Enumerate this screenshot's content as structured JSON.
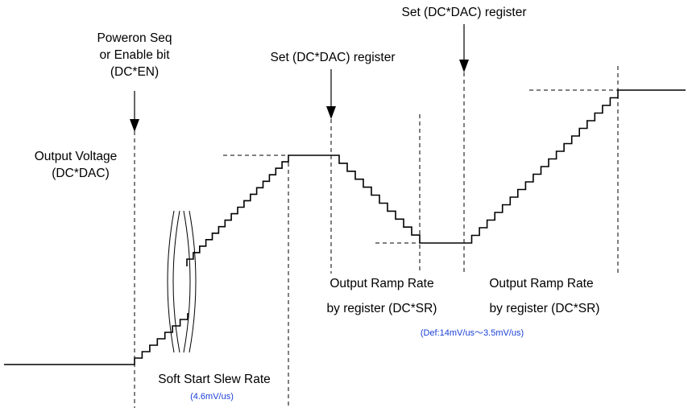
{
  "labels": {
    "poweron_line1": "Poweron Seq",
    "poweron_line2": "or Enable bit",
    "poweron_line3": "(DC*EN)",
    "output_voltage_line1": "Output Voltage",
    "output_voltage_line2": "(DC*DAC)",
    "set_dac_1": "Set (DC*DAC) register",
    "set_dac_2": "Set (DC*DAC) register",
    "ramp1_line1": "Output Ramp Rate",
    "ramp1_line2": "by register (DC*SR)",
    "ramp2_line1": "Output Ramp Rate",
    "ramp2_line2": "by register (DC*SR)",
    "ramp_default": "(Def:14mV/us～3.5mV/us)",
    "soft_start": "Soft Start Slew Rate",
    "soft_start_rate": "(4.6mV/us)"
  },
  "colors": {
    "line": "#000000",
    "note": "#1a3fd6"
  }
}
